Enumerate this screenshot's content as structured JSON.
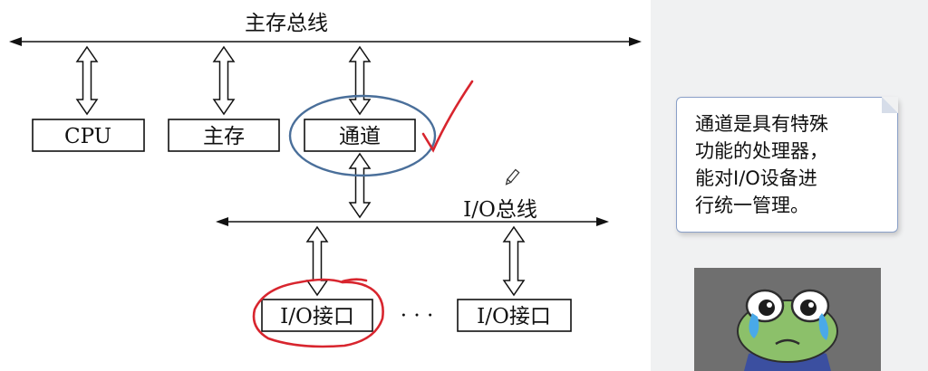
{
  "diagram": {
    "main_bus_label": "主存总线",
    "io_bus_label": "I/O总线",
    "cpu_label": "CPU",
    "memory_label": "主存",
    "channel_label": "通道",
    "io_interface_label": "I/O接口",
    "io_interface_label_2": "I/O接口",
    "ellipsis": "· · ·"
  },
  "note": {
    "text": "通道是具有特殊\n功能的处理器，\n能对I/O设备进\n行统一管理。"
  },
  "annotations": {
    "channel_circle_color": "#4a6f9a",
    "check_mark_color": "#d8252e",
    "io_circle_color": "#d8252e"
  },
  "sticker": {
    "subject": "crying-frog-sticker",
    "background": "#6f6f6f"
  }
}
